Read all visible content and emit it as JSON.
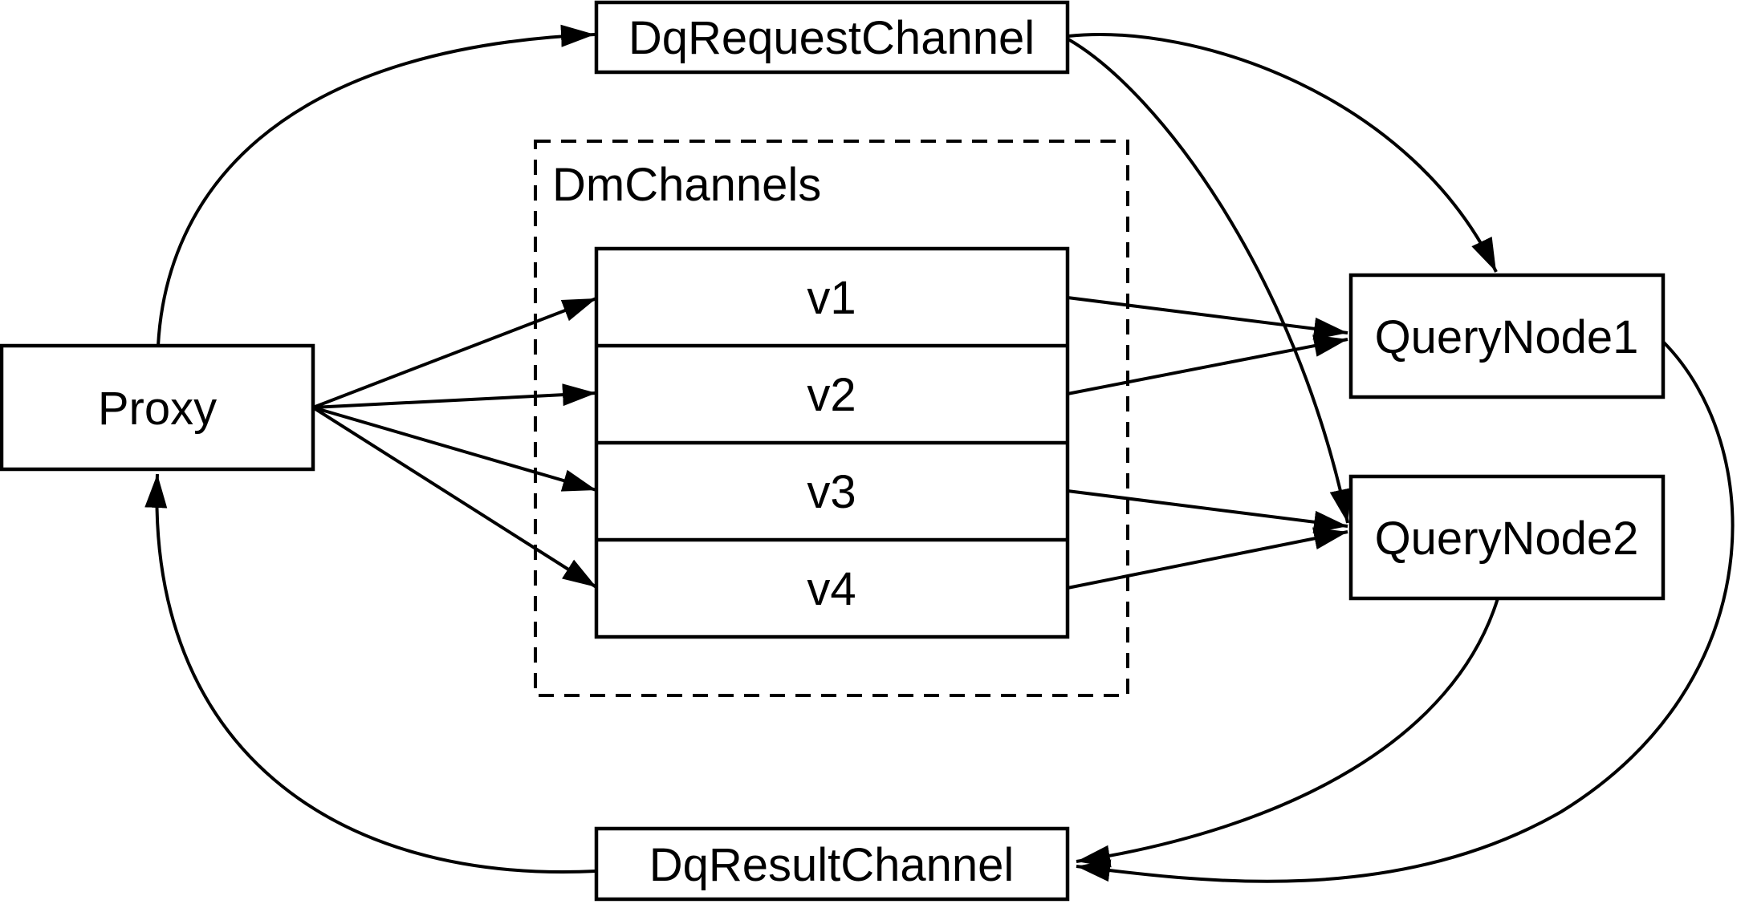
{
  "page": {
    "background": "#ffffff",
    "stroke_color": "#000000",
    "kind": "architecture-flow-diagram"
  },
  "nodes": {
    "proxy": {
      "label": "Proxy"
    },
    "dq_request_channel": {
      "label": "DqRequestChannel"
    },
    "dm_channels": {
      "label": "DmChannels",
      "items": [
        {
          "label": "v1"
        },
        {
          "label": "v2"
        },
        {
          "label": "v3"
        },
        {
          "label": "v4"
        }
      ]
    },
    "query_node_1": {
      "label": "QueryNode1"
    },
    "query_node_2": {
      "label": "QueryNode2"
    },
    "dq_result_channel": {
      "label": "DqResultChannel"
    }
  },
  "edges": [
    {
      "from": "Proxy",
      "to": "DqRequestChannel",
      "style": "curved"
    },
    {
      "from": "DqRequestChannel",
      "to": "QueryNode1",
      "style": "curved"
    },
    {
      "from": "DqRequestChannel",
      "to": "QueryNode2",
      "style": "curved"
    },
    {
      "from": "Proxy",
      "to": "v1",
      "style": "straight"
    },
    {
      "from": "Proxy",
      "to": "v2",
      "style": "straight"
    },
    {
      "from": "Proxy",
      "to": "v3",
      "style": "straight"
    },
    {
      "from": "Proxy",
      "to": "v4",
      "style": "straight"
    },
    {
      "from": "v1",
      "to": "QueryNode1",
      "style": "straight"
    },
    {
      "from": "v2",
      "to": "QueryNode1",
      "style": "straight"
    },
    {
      "from": "v3",
      "to": "QueryNode2",
      "style": "straight"
    },
    {
      "from": "v4",
      "to": "QueryNode2",
      "style": "straight"
    },
    {
      "from": "QueryNode1",
      "to": "DqResultChannel",
      "style": "curved"
    },
    {
      "from": "QueryNode2",
      "to": "DqResultChannel",
      "style": "curved"
    },
    {
      "from": "DqResultChannel",
      "to": "Proxy",
      "style": "curved"
    }
  ]
}
